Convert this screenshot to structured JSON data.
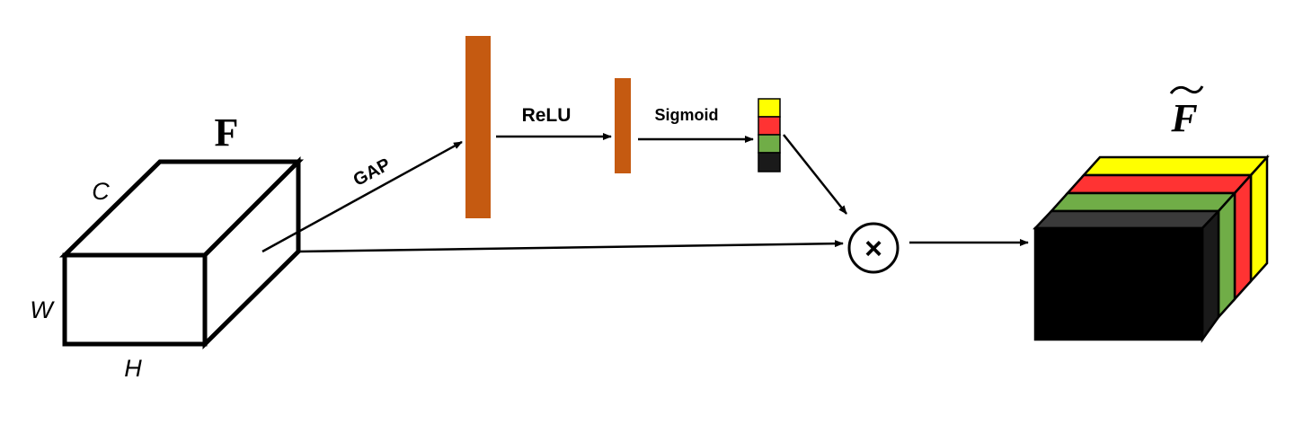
{
  "labels": {
    "input_name": "F",
    "dim_c": "C",
    "dim_w": "W",
    "dim_h": "H",
    "gap": "GAP",
    "relu": "ReLU",
    "sigmoid": "Sigmoid",
    "multiply": "×",
    "output_name": "F"
  },
  "colors": {
    "fc_bar": "#c55a11",
    "weight_yellow": "#ffff00",
    "weight_red": "#ff3333",
    "weight_green": "#70ad47",
    "weight_black": "#1a1a1a",
    "output_front": "#000000",
    "output_top_dark": "#3a3a3a"
  }
}
